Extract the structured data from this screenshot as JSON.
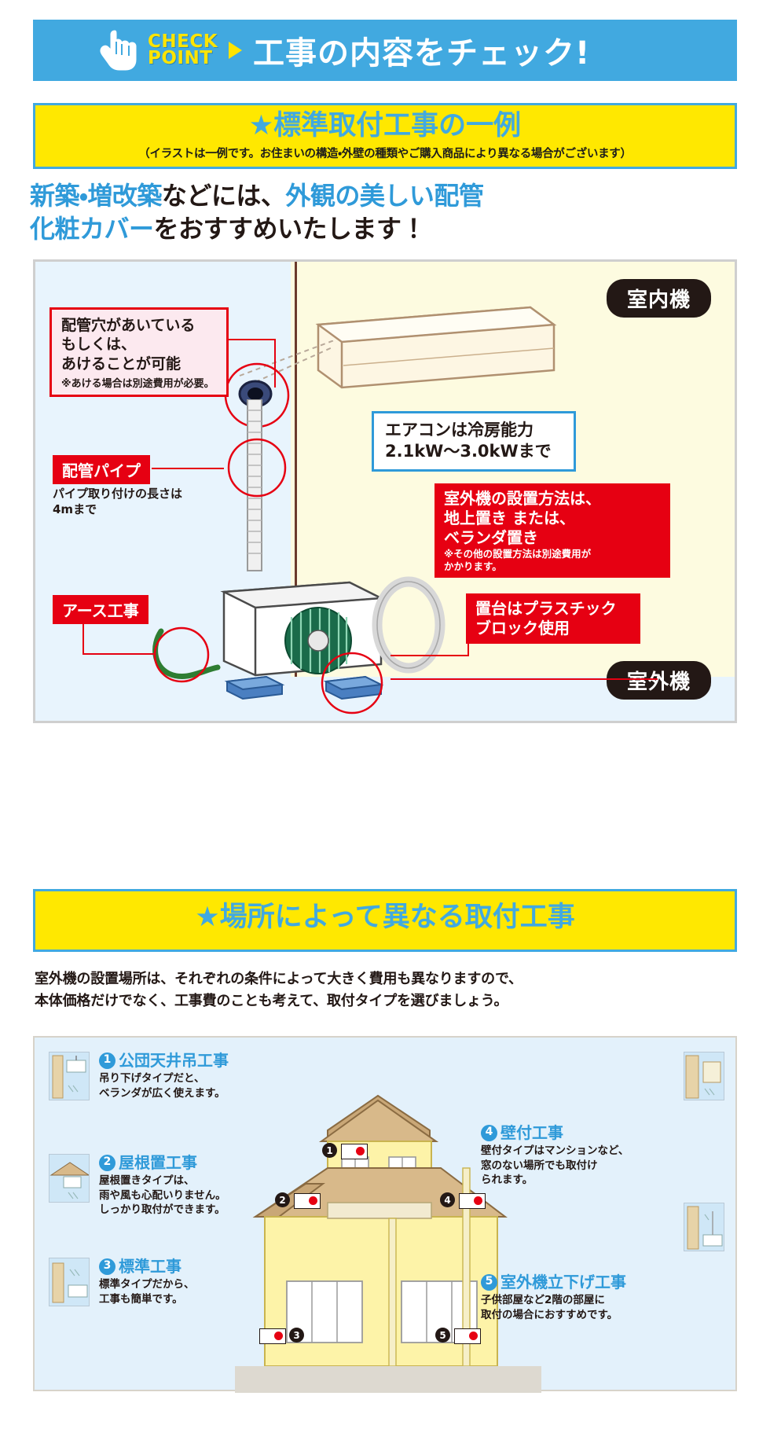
{
  "header": {
    "check_word": "CHECK",
    "point_word": "POINT",
    "title": "工事の内容をチェック!",
    "bg_color": "#41a9e0",
    "accent_color": "#ffe400",
    "hand_icon": "pointing-hand-icon",
    "arrow_icon": "triangle-right-icon"
  },
  "section1": {
    "title": "★標準取付工事の一例",
    "subtitle": "（イラストは一例です。お住まいの構造・外壁の種類やご購入商品により異なる場合がございます）",
    "box_bg": "#ffe800",
    "box_border": "#41a9e0",
    "title_color": "#41a9e0"
  },
  "lead": {
    "line1_a": "新築・増改築",
    "line1_b": "などには、",
    "line1_c": "外観の美しい配管",
    "line2_a": "化粧カバー",
    "line2_b": "をおすすめいたします！",
    "blue": "#2f9ad9",
    "black": "#231815"
  },
  "illustration": {
    "label_indoor": "室内機",
    "label_outdoor": "室外機",
    "callout_hole": {
      "line1": "配管穴があいている",
      "line2": "もしくは、",
      "line3": "あけることが可能",
      "note": "※あける場合は別途費用が必要。",
      "bg": "#fce9ef",
      "border": "#e60012"
    },
    "label_pipe": "配管パイプ",
    "note_pipe_1": "パイプ取り付けの長さは",
    "note_pipe_2": "4mまで",
    "label_earth": "アース工事",
    "capacity_box": {
      "line1": "エアコンは冷房能力",
      "line2": "2.1kW〜3.0kWまで",
      "border": "#2f9ad9"
    },
    "outdoor_box": {
      "line1": "室外機の設置方法は、",
      "line2": "地上置き または、",
      "line3": "ベランダ置き",
      "note1": "※その他の設置方法は別途費用が",
      "note2": "かかります。",
      "bg": "#e60012"
    },
    "block_box": {
      "line1": "置台はプラスチック",
      "line2": "ブロック使用",
      "bg": "#e60012"
    }
  },
  "section2": {
    "title": "★場所によって異なる取付工事",
    "para_line1": "室外機の設置場所は、それぞれの条件によって大きく費用も異なりますので、",
    "para_line2": "本体価格だけでなく、工事費のことも考えて、取付タイプを選びましょう。"
  },
  "install_types": [
    {
      "num": "❶",
      "index": "1",
      "title": "公団天井吊工事",
      "desc_line1": "吊り下げタイプだと、",
      "desc_line2": "ベランダが広く使えます。",
      "thumb_icon": "ceiling-hang-thumbnail"
    },
    {
      "num": "❷",
      "index": "2",
      "title": "屋根置工事",
      "desc_line1": "屋根置きタイプは、",
      "desc_line2": "雨や風も心配いりません。",
      "desc_line3": "しっかり取付ができます。",
      "thumb_icon": "roof-mount-thumbnail"
    },
    {
      "num": "❸",
      "index": "3",
      "title": "標準工事",
      "desc_line1": "標準タイプだから、",
      "desc_line2": "工事も簡単です。",
      "thumb_icon": "standard-thumbnail"
    },
    {
      "num": "❹",
      "index": "4",
      "title": "壁付工事",
      "desc_line1": "壁付タイプはマンションなど、",
      "desc_line2": "窓のない場所でも取付け",
      "desc_line3": "られます。",
      "thumb_icon": "wall-mount-thumbnail"
    },
    {
      "num": "❺",
      "index": "5",
      "title": "室外機立下げ工事",
      "desc_line1": "子供部屋など2階の部屋に",
      "desc_line2": "取付の場合におすすめです。",
      "thumb_icon": "lower-unit-thumbnail"
    }
  ],
  "house_markers": [
    "1",
    "2",
    "3",
    "4",
    "5"
  ]
}
